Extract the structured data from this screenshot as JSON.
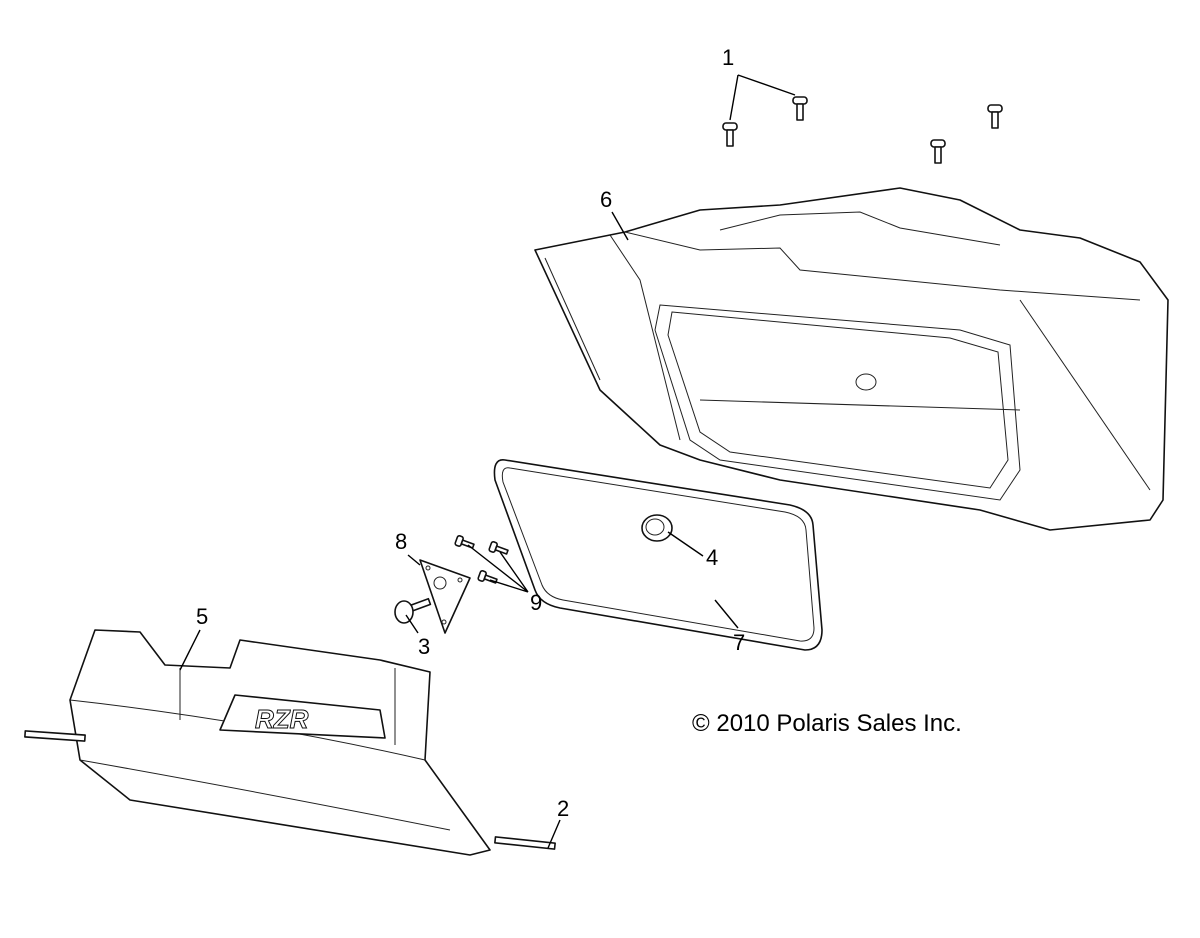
{
  "diagram": {
    "callouts": [
      {
        "id": "1",
        "label": "1"
      },
      {
        "id": "2",
        "label": "2"
      },
      {
        "id": "3",
        "label": "3"
      },
      {
        "id": "4",
        "label": "4"
      },
      {
        "id": "5",
        "label": "5"
      },
      {
        "id": "6",
        "label": "6"
      },
      {
        "id": "7",
        "label": "7"
      },
      {
        "id": "8",
        "label": "8"
      },
      {
        "id": "9",
        "label": "9"
      }
    ],
    "logo_text": "RZR",
    "copyright": "© 2010 Polaris Sales Inc."
  }
}
